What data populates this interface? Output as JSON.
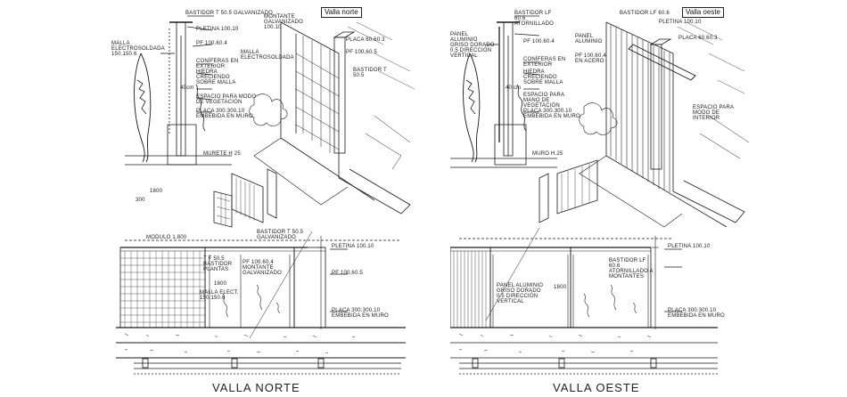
{
  "left": {
    "title_box": "Valla norte",
    "caption": "VALLA NORTE",
    "notes": {
      "tube_top": "BASTIDOR T 50.5 GALVANIZADO",
      "pletina_top": "PLETINA 100.10",
      "malla_left": "MALLA ELECTROSOLDADA 150.150.6",
      "pf": "PF 100.60.4",
      "coniferas": "CONÍFERAS EN EXTERIOR",
      "hiedra": "HIEDRA CRECIENDO SOBRE MALLA",
      "dim40": "40cm",
      "espacio": "ESPACIO PARA MODO DE VEGETACIÓN",
      "placa": "PLACA 300.300.10 EMBEBIDA EN MURO",
      "muro": "MURETE H 25",
      "montante": "MONTANTE GALVANIZADO 100.10",
      "malla_elect": "MALLA ELECTROSOLDADA",
      "placa_right": "PLACA 60.60.3",
      "pf_right": "PF 100.60.5",
      "bastidor_right": "BASTIDOR T 50.5",
      "dim300": "300",
      "dim1800": "1800",
      "modulo": "MODULO 1.800",
      "bastidor_elev": "BASTIDOR T 50.5 GALVANIZADO",
      "tf_mid": "T F 50.5 BASTIDOR PLANTAS",
      "pf_mid": "PF 100.60.4 MONTANTE GALVANIZADO",
      "pletina_elev": "PLETINA 100.10",
      "h1800": "1800",
      "malla_elev": "MALLA ELECT. 150.150.6",
      "pf_elev": "PF 100.60.5",
      "placa_elev": "PLACA 300.300.10 EMBEBIDA EN MURO"
    }
  },
  "right": {
    "title_box": "Valla oeste",
    "caption": "VALLA OESTE",
    "notes": {
      "bastidor": "BASTIDOR LF 60.6 ATORNILLADO",
      "panel": "PANEL ALUMINIO GRISO DORADO 0.5 DIRECCIÓN VERTICAL",
      "pf": "PF 100.60.4",
      "coniferas": "CONÍFERAS EN EXTERIOR",
      "hiedra": "HIEDRA CRECIENDO SOBRE MALLA",
      "dim40": "40 cm",
      "espacio": "ESPACIO PARA MANO DE VEGETACIÓN",
      "placa": "PLACA 300.300.10 EMBEBIDA EN MURO",
      "muro": "MURO H.25",
      "bastidor_lf": "BASTIDOR LF 60.6",
      "pletina": "PLETINA 100.10",
      "panel_alu": "PANEL ALUMINIO",
      "placa_r": "PLACA 60.60.3",
      "pf_r": "PF 100.60.4 EN ACERO",
      "espacio_r": "ESPACIO PARA MODO DE INTERIOR",
      "pletina_elev": "PLETINA 100.10",
      "bastidor_elev": "BASTIDOR LF 60.6 ATORNILLADO A MONTANTES",
      "panel_elev": "PANEL ALUMINIO GRISO DORADO 0.5 DIRECCIÓN VERTICAL",
      "h1800": "1800",
      "placa_elev": "PLACA 300.300.10 EMBEBIDA EN MURO"
    }
  }
}
